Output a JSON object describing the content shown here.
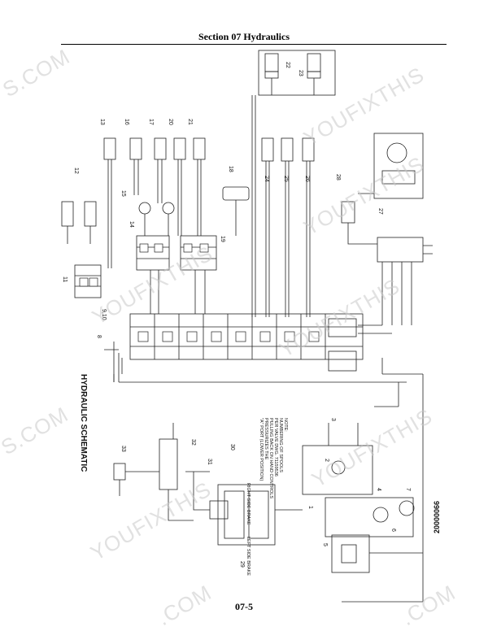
{
  "header": {
    "section_title": "Section 07  Hydraulics"
  },
  "footer": {
    "page_number": "07-5"
  },
  "diagram": {
    "title": "HYDRAULIC SCHEMATIC",
    "drawing_number": "20000066",
    "note_lines": [
      "NOTE:",
      "NUMBERING OF SPOOLS",
      "PER VALVE DWG. 71159536",
      "PULLING BACK ON HAND CONTROLS",
      "PRESSURIZES THE",
      "\"A\" PORT (LOWER POSITION)"
    ],
    "left_brake_label": "LEFT SIDE BRAKE",
    "right_brake_label": "RIGHT SIDE BRAKE",
    "callouts": {
      "c1": "1",
      "c2": "2",
      "c3": "3",
      "c4": "4",
      "c5": "5",
      "c6": "6",
      "c7": "7",
      "c8": "8",
      "c910": "9,10",
      "c11": "11",
      "c12": "12",
      "c13": "13",
      "c14": "14",
      "c15": "15",
      "c16": "16",
      "c17": "17",
      "c18": "18",
      "c19": "19",
      "c20": "20",
      "c21": "21",
      "c22": "22",
      "c23": "23",
      "c24": "24",
      "c25": "25",
      "c26": "26",
      "c27": "27",
      "c28": "28",
      "c29": "29",
      "c30": "30",
      "c31": "31",
      "c32": "32",
      "c33": "33"
    }
  },
  "watermarks": [
    "S.COM",
    "YOUFIXTHIS",
    "YOUFIXTHIS",
    "S.COM",
    "YOUFIXTHIS",
    "YOUFIXTHIS",
    ".COM",
    ".COM",
    "YOUFIXTHIS",
    "YOUFIXTHIS"
  ]
}
